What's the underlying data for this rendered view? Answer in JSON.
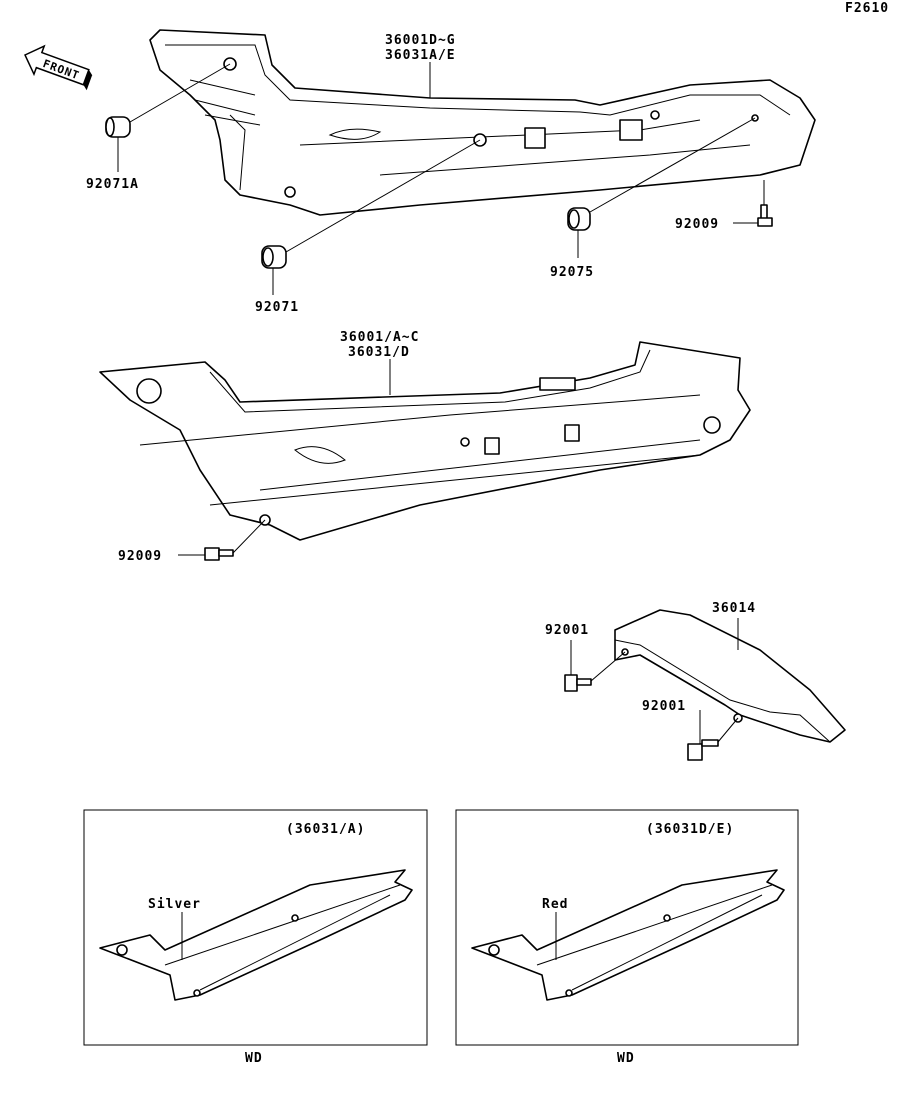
{
  "figure_id": "F2610",
  "front_label": "FRONT",
  "callouts": {
    "upper_cover_line1": "36001D~G",
    "upper_cover_line2": "36031A/E",
    "grommet_a": "92071A",
    "grommet": "92071",
    "grommet_b": "92075",
    "bolt_upper": "92009",
    "lower_cover_line1": "36001/A~C",
    "lower_cover_line2": "36031/D",
    "bolt_lower": "92009",
    "tail_cover": "36014",
    "screw_1": "92001",
    "screw_2": "92001"
  },
  "insets": [
    {
      "title": "(36031/A)",
      "color_label": "Silver",
      "footer": "WD"
    },
    {
      "title": "(36031D/E)",
      "color_label": "Red",
      "footer": "WD"
    }
  ]
}
